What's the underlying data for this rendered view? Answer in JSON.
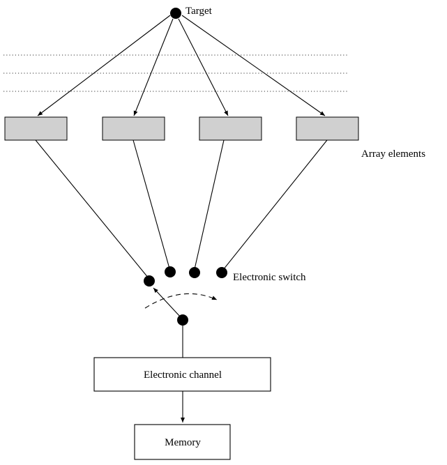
{
  "labels": {
    "target": "Target",
    "array_elements": "Array elements",
    "electronic_switch": "Electronic switch",
    "electronic_channel": "Electronic channel",
    "memory": "Memory"
  }
}
